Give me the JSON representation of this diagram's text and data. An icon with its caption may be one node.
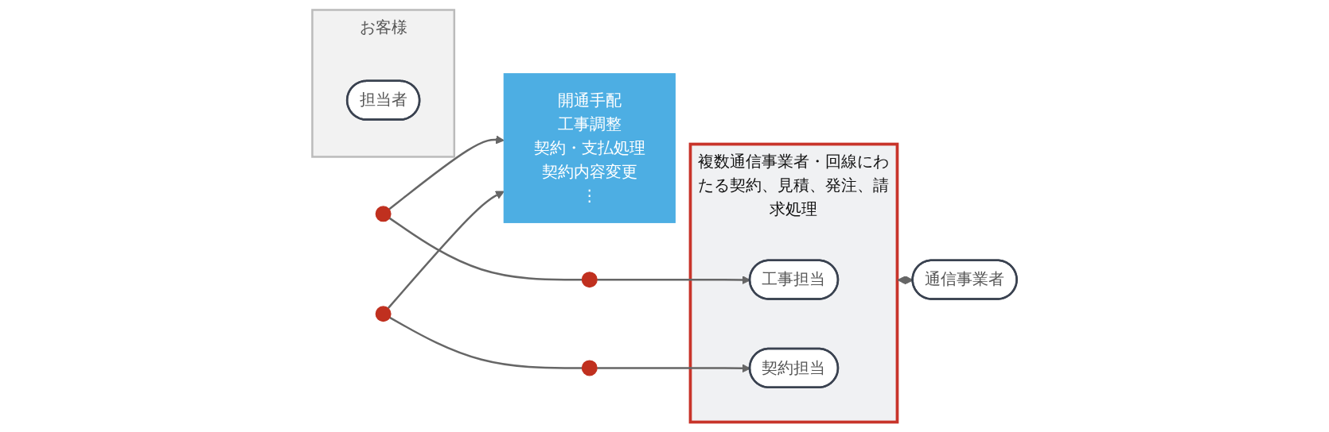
{
  "diagram": {
    "nodes": [
      {
        "text": [
          "お客様"
        ]
      },
      {
        "text": [
          "担当者"
        ],
        "in": 0
      },
      {
        "text": [
          "開通手配",
          "工事調整",
          "契約・支払処理",
          "契約内容変更",
          "⋮"
        ]
      },
      {
        "text": [],
        "shape": "circle"
      },
      {
        "text": [],
        "shape": "circle"
      },
      {
        "text": [],
        "shape": "circle"
      },
      {
        "text": [],
        "shape": "circle"
      },
      {
        "text": [
          "複数通信事業者・回線にわたる契約、見積、発注、請求処理"
        ]
      },
      {
        "text": [
          "工事担当"
        ],
        "in": 7
      },
      {
        "text": [
          "契約担当"
        ],
        "in": 7
      },
      {
        "text": [
          "通信事業者"
        ]
      }
    ],
    "edges": [
      {
        "from": 3,
        "to": 2,
        "arrow": "to"
      },
      {
        "from": 3,
        "to": 4,
        "arrow": "none"
      },
      {
        "from": 4,
        "to": 8,
        "arrow": "to"
      },
      {
        "from": 5,
        "to": 2,
        "arrow": "to"
      },
      {
        "from": 5,
        "to": 6,
        "arrow": "none"
      },
      {
        "from": 6,
        "to": 9,
        "arrow": "to"
      },
      {
        "from": 7,
        "to": 10,
        "arrow": "both"
      }
    ]
  }
}
